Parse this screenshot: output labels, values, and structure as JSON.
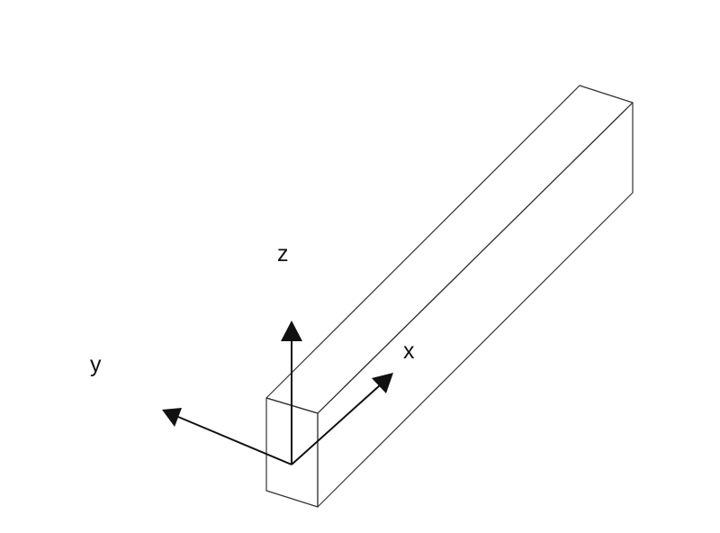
{
  "diagram": {
    "axes": [
      {
        "id": "x",
        "label": "x"
      },
      {
        "id": "y",
        "label": "y"
      },
      {
        "id": "z",
        "label": "z"
      }
    ],
    "colors": {
      "edge": "#333333",
      "axis": "#111111",
      "background": "#ffffff"
    }
  }
}
